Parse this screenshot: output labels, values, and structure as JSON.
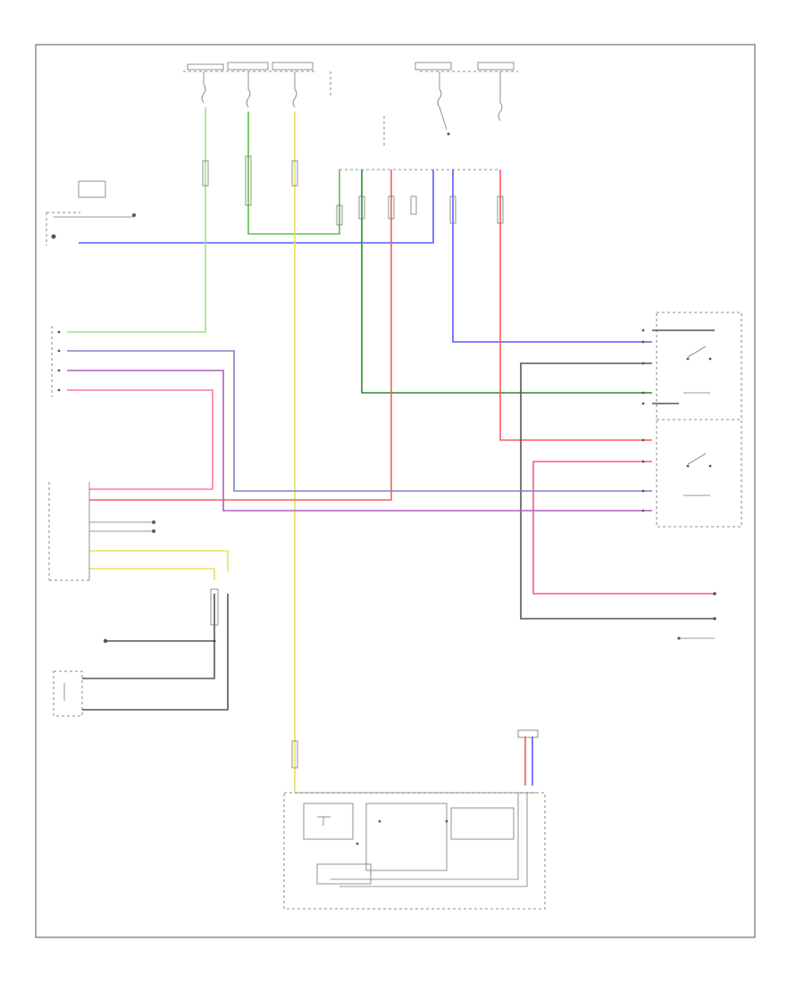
{
  "diagram": {
    "footer_code": "",
    "components": [
      {
        "id": "fuse_block",
        "text": ""
      },
      {
        "id": "ground_left",
        "text": ""
      },
      {
        "id": "cooling_fan_relay_1",
        "text": ""
      },
      {
        "id": "cooling_fan_relay_2",
        "text": ""
      },
      {
        "id": "relay_holder",
        "text": ""
      },
      {
        "id": "ecm",
        "text": ""
      },
      {
        "id": "engine_coolant_temp_sensor",
        "text": ""
      },
      {
        "id": "combination_meter",
        "text": ""
      },
      {
        "id": "ground_right",
        "text": ""
      }
    ],
    "colors": {
      "green": "#5fbf4a",
      "light_green": "#9fe08a",
      "dark_green": "#2a8a2a",
      "blue": "#5a5aff",
      "red": "#ff5a5a",
      "pink": "#ff7a9a",
      "violet": "#b060c0",
      "purple_blue": "#8080c0",
      "yellow": "#e8e060",
      "black": "#555555"
    }
  }
}
